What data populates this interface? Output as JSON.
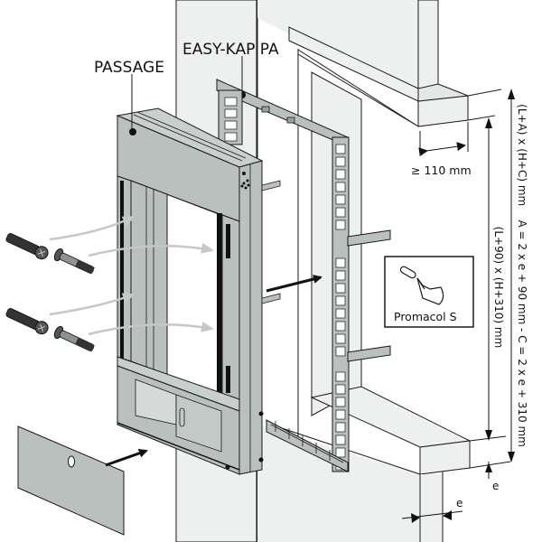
{
  "diagram": {
    "type": "installation-diagram",
    "colors": {
      "wall": "#eef0ef",
      "metal": "#b9c0be",
      "metal_dark": "#9aa2a0",
      "line": "#1a1a1a",
      "arrow_grey": "#c4c8c7",
      "arrow_black": "#111111"
    },
    "labels": {
      "passage": "PASSAGE",
      "easy_kap": "EASY-KAP PA",
      "min_depth": "≥ 110 mm",
      "promacol": "Promacol S",
      "dim_outer": "(L+A) x (H+C) mm    A = 2 x e + 90 mm - C = 2 x e + 310 mm",
      "dim_inner": "(L+90) x (H+310) mm",
      "thickness_e1": "e",
      "thickness_e2": "e"
    },
    "parts": [
      {
        "name": "passage-frame",
        "label_ref": "passage"
      },
      {
        "name": "easy-kap-pa-frame",
        "label_ref": "easy_kap"
      },
      {
        "name": "cover-plate"
      },
      {
        "name": "wall-plugs",
        "count": 4
      },
      {
        "name": "wall-opening"
      },
      {
        "name": "promacol-s-trowel"
      }
    ]
  }
}
